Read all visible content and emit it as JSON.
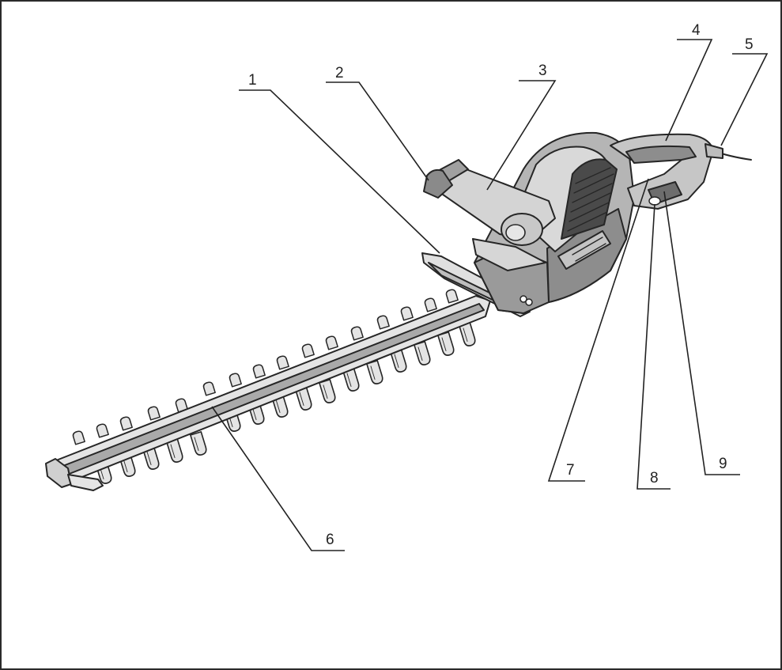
{
  "figure": {
    "colors": {
      "outline": "#262626",
      "body_dark": "#8d8d8d",
      "body_mid": "#b5b5b5",
      "body_light": "#d9d9d9",
      "blade": "#e4e4e4",
      "blade_bar": "#a9a9a9"
    },
    "callouts": [
      {
        "label": "1",
        "part": "front-hand-guard"
      },
      {
        "label": "2",
        "part": "front-handle-switch"
      },
      {
        "label": "3",
        "part": "front-handle"
      },
      {
        "label": "4",
        "part": "rear-handle"
      },
      {
        "label": "5",
        "part": "power-cord"
      },
      {
        "label": "6",
        "part": "blade"
      },
      {
        "label": "7",
        "part": "handle-grip"
      },
      {
        "label": "8",
        "part": "lock-off-button"
      },
      {
        "label": "9",
        "part": "trigger-switch"
      }
    ]
  }
}
